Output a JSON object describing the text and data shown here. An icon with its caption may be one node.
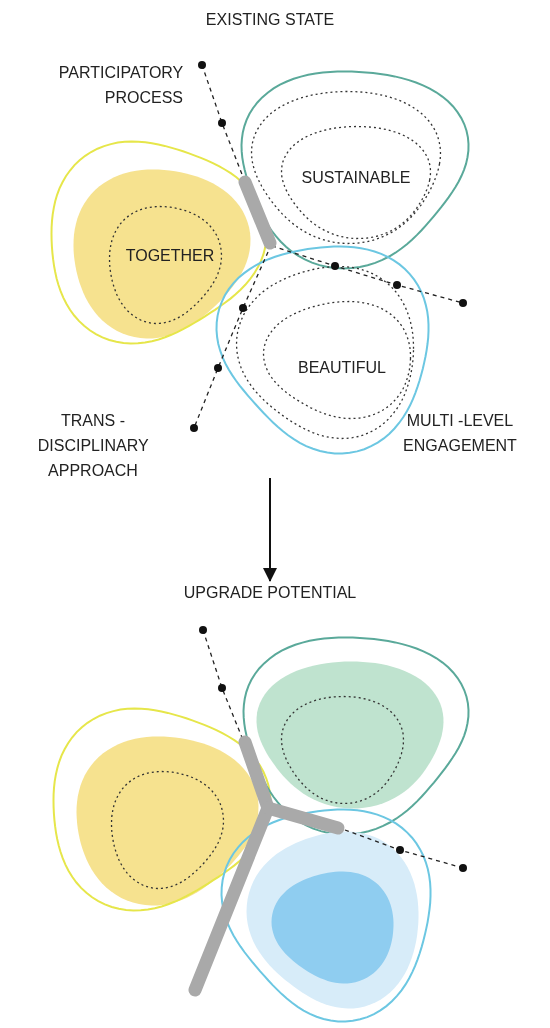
{
  "diagram": {
    "nodes": [
      {
        "text": [
          "TOGETHER"
        ]
      },
      {
        "text": [
          "SUSTAINABLE"
        ]
      },
      {
        "text": [
          "BEAUTIFUL"
        ]
      },
      {
        "text": [],
        "shape": "bar"
      },
      {
        "text": [
          "UPGRADE POTENTIAL"
        ]
      },
      {
        "text": [],
        "shape": "circle"
      },
      {
        "text": [],
        "shape": "circle"
      },
      {
        "text": [],
        "shape": "circle"
      },
      {
        "text": [],
        "shape": "bar"
      }
    ],
    "edges": [
      {
        "from": null,
        "to": 4,
        "arrow": "to"
      }
    ],
    "labels": [
      "EXISTING STATE",
      "PARTICIPATORY PROCESS",
      "TRANS -DISCIPLINARY APPROACH",
      "MULTI -LEVEL ENGAGEMENT"
    ]
  }
}
